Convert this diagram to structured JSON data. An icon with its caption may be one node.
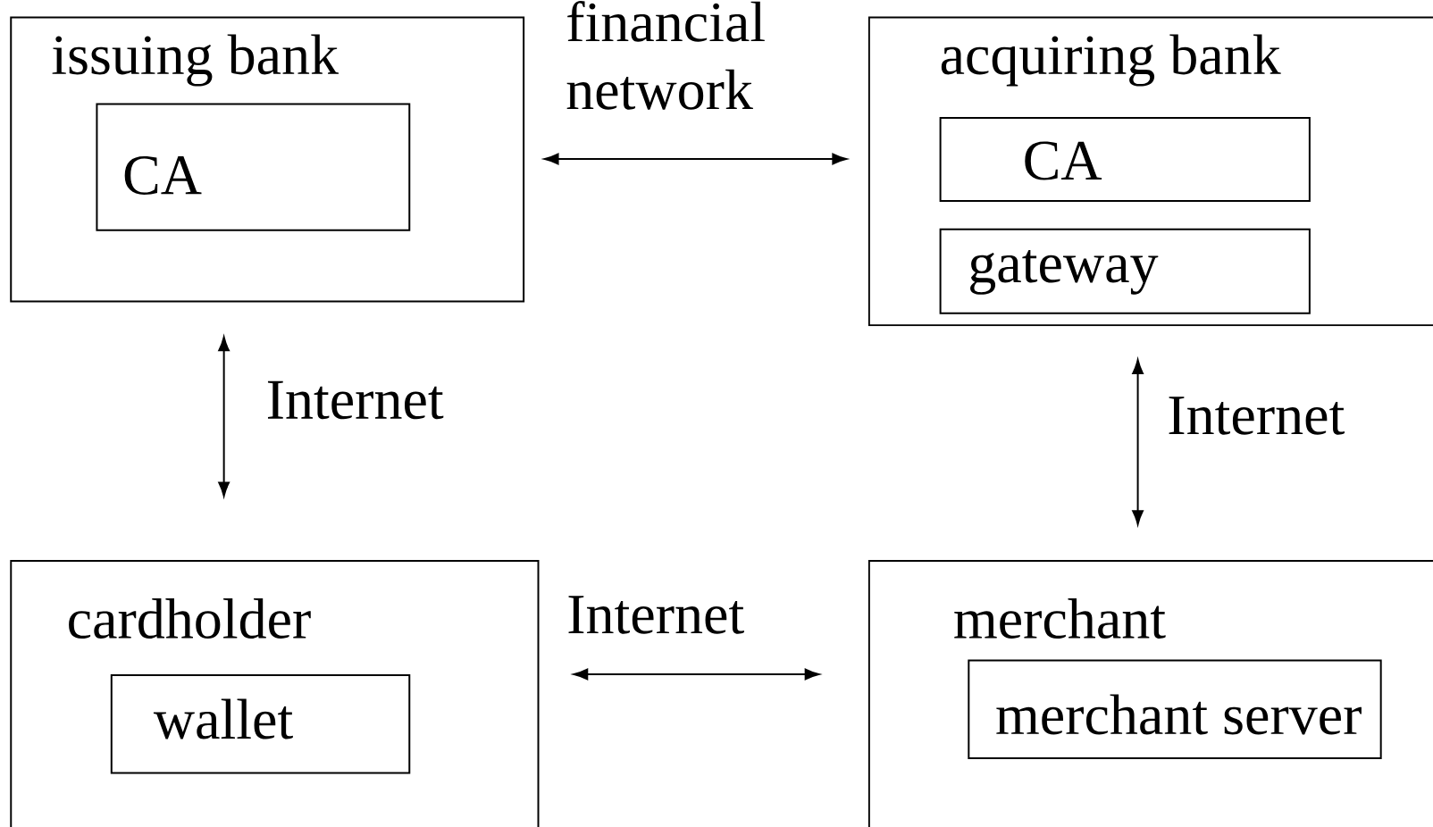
{
  "diagram": {
    "nodes": [
      {
        "text": [
          "issuing bank"
        ]
      },
      {
        "text": [
          "CA"
        ],
        "in": 0
      },
      {
        "text": [
          "acquiring bank"
        ]
      },
      {
        "text": [
          "CA"
        ],
        "in": 2
      },
      {
        "text": [
          "gateway"
        ],
        "in": 2
      },
      {
        "text": [
          "cardholder"
        ]
      },
      {
        "text": [
          "wallet"
        ],
        "in": 5
      },
      {
        "text": [
          "merchant"
        ]
      },
      {
        "text": [
          "merchant server"
        ],
        "in": 7
      }
    ],
    "edges": [
      {
        "from": 0,
        "to": 2,
        "arrow": "both",
        "label": "financial network"
      },
      {
        "from": 0,
        "to": 5,
        "arrow": "both",
        "label": "Internet"
      },
      {
        "from": 2,
        "to": 7,
        "arrow": "both",
        "label": "Internet"
      },
      {
        "from": 5,
        "to": 7,
        "arrow": "both",
        "label": "Internet"
      }
    ]
  }
}
